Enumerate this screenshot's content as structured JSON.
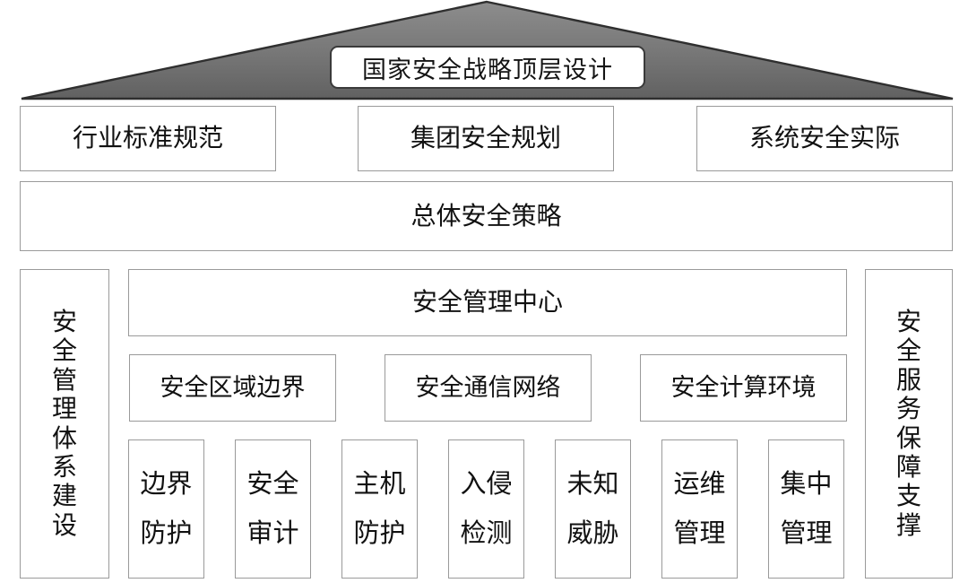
{
  "diagram": {
    "title": "国家安全战略顶层设计",
    "roof": {
      "fill_top": "#8a8a8a",
      "fill_bottom": "#636363",
      "stroke": "#2f2f2f"
    },
    "colors": {
      "box_border": "#9a9a9a",
      "title_border": "#3a3a3a",
      "text": "#111111",
      "background": "#ffffff"
    },
    "tier_basis": [
      {
        "label": "行业标准规范"
      },
      {
        "label": "集团安全规划"
      },
      {
        "label": "系统安全实际"
      }
    ],
    "tier_policy": {
      "label": "总体安全策略"
    },
    "pillar_left": {
      "label": "安全管理体系建设",
      "chars": [
        "安",
        "全",
        "管",
        "理",
        "体",
        "系",
        "建",
        "设"
      ]
    },
    "pillar_right": {
      "label": "安全服务保障支撑",
      "chars": [
        "安",
        "全",
        "服",
        "务",
        "保",
        "障",
        "支",
        "撑"
      ]
    },
    "management_center": {
      "label": "安全管理中心"
    },
    "tier_zones": [
      {
        "label": "安全区域边界"
      },
      {
        "label": "安全通信网络"
      },
      {
        "label": "安全计算环境"
      }
    ],
    "tier_capabilities": [
      {
        "label": "边界防护",
        "line1": "边界",
        "line2": "防护"
      },
      {
        "label": "安全审计",
        "line1": "安全",
        "line2": "审计"
      },
      {
        "label": "主机防护",
        "line1": "主机",
        "line2": "防护"
      },
      {
        "label": "入侵检测",
        "line1": "入侵",
        "line2": "检测"
      },
      {
        "label": "未知威胁",
        "line1": "未知",
        "line2": "威胁"
      },
      {
        "label": "运维管理",
        "line1": "运维",
        "line2": "管理"
      },
      {
        "label": "集中管理",
        "line1": "集中",
        "line2": "管理"
      }
    ]
  }
}
